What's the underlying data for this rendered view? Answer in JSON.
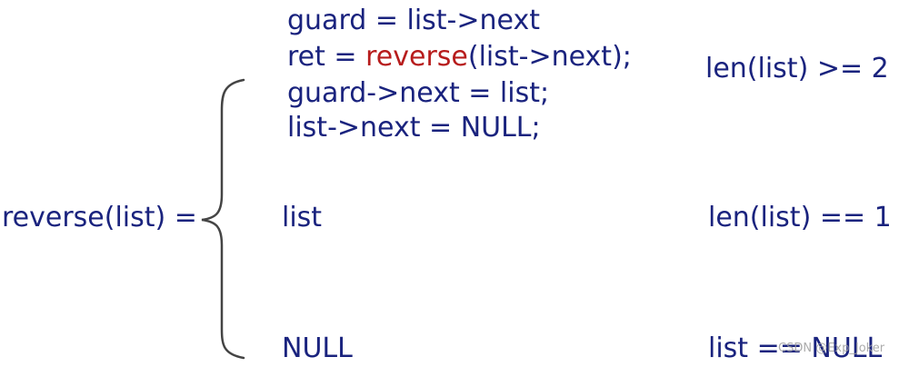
{
  "lhs": "reverse(list) =",
  "case_recursive": {
    "line1": "guard = list->next",
    "line2_prefix": "ret = ",
    "line2_fn": "reverse",
    "line2_suffix": "(list->next);",
    "line3": "guard->next = list;",
    "line4": "list->next = NULL;",
    "condition": "len(list) >= 2"
  },
  "case_single": {
    "value": "list",
    "condition": "len(list) == 1"
  },
  "case_null": {
    "value": "NULL",
    "condition": "list == NULL"
  },
  "watermark": "CSDN @Exp_Joker",
  "colors": {
    "text": "#1a237e",
    "function_highlight": "#b71c1c",
    "brace": "#444444"
  }
}
